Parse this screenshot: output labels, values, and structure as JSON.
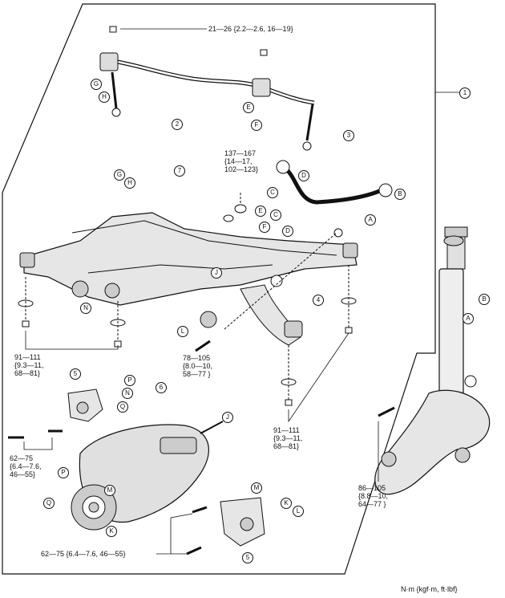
{
  "torques": {
    "stabilizer_top": "21—26 {2.2—2.6, 16—19}",
    "upper_arm": "137—167\n{14—17,\n102—123}",
    "crossmember_left": "91—111\n{9.3—11,\n68—81}",
    "crossmember_center": "78—105\n{8.0—10,\n58—77 }",
    "crossmember_right": "91—111\n{9.3—11,\n68—81}",
    "differential_front": "62—75\n{6.4—7.6,\n46—55}",
    "differential_rear": "62—75 {6.4—7.6, 46—55}",
    "knuckle": "86—105\n{8.8—10,\n64—77 }"
  },
  "unit_note": "N·m {kgf·m, ft·lbf}",
  "callouts": [
    "1",
    "2",
    "3",
    "4",
    "5",
    "5",
    "6",
    "7"
  ],
  "letters": [
    "A",
    "B",
    "C",
    "D",
    "E",
    "F",
    "G",
    "H",
    "J",
    "K",
    "L",
    "M",
    "N",
    "P",
    "Q"
  ]
}
